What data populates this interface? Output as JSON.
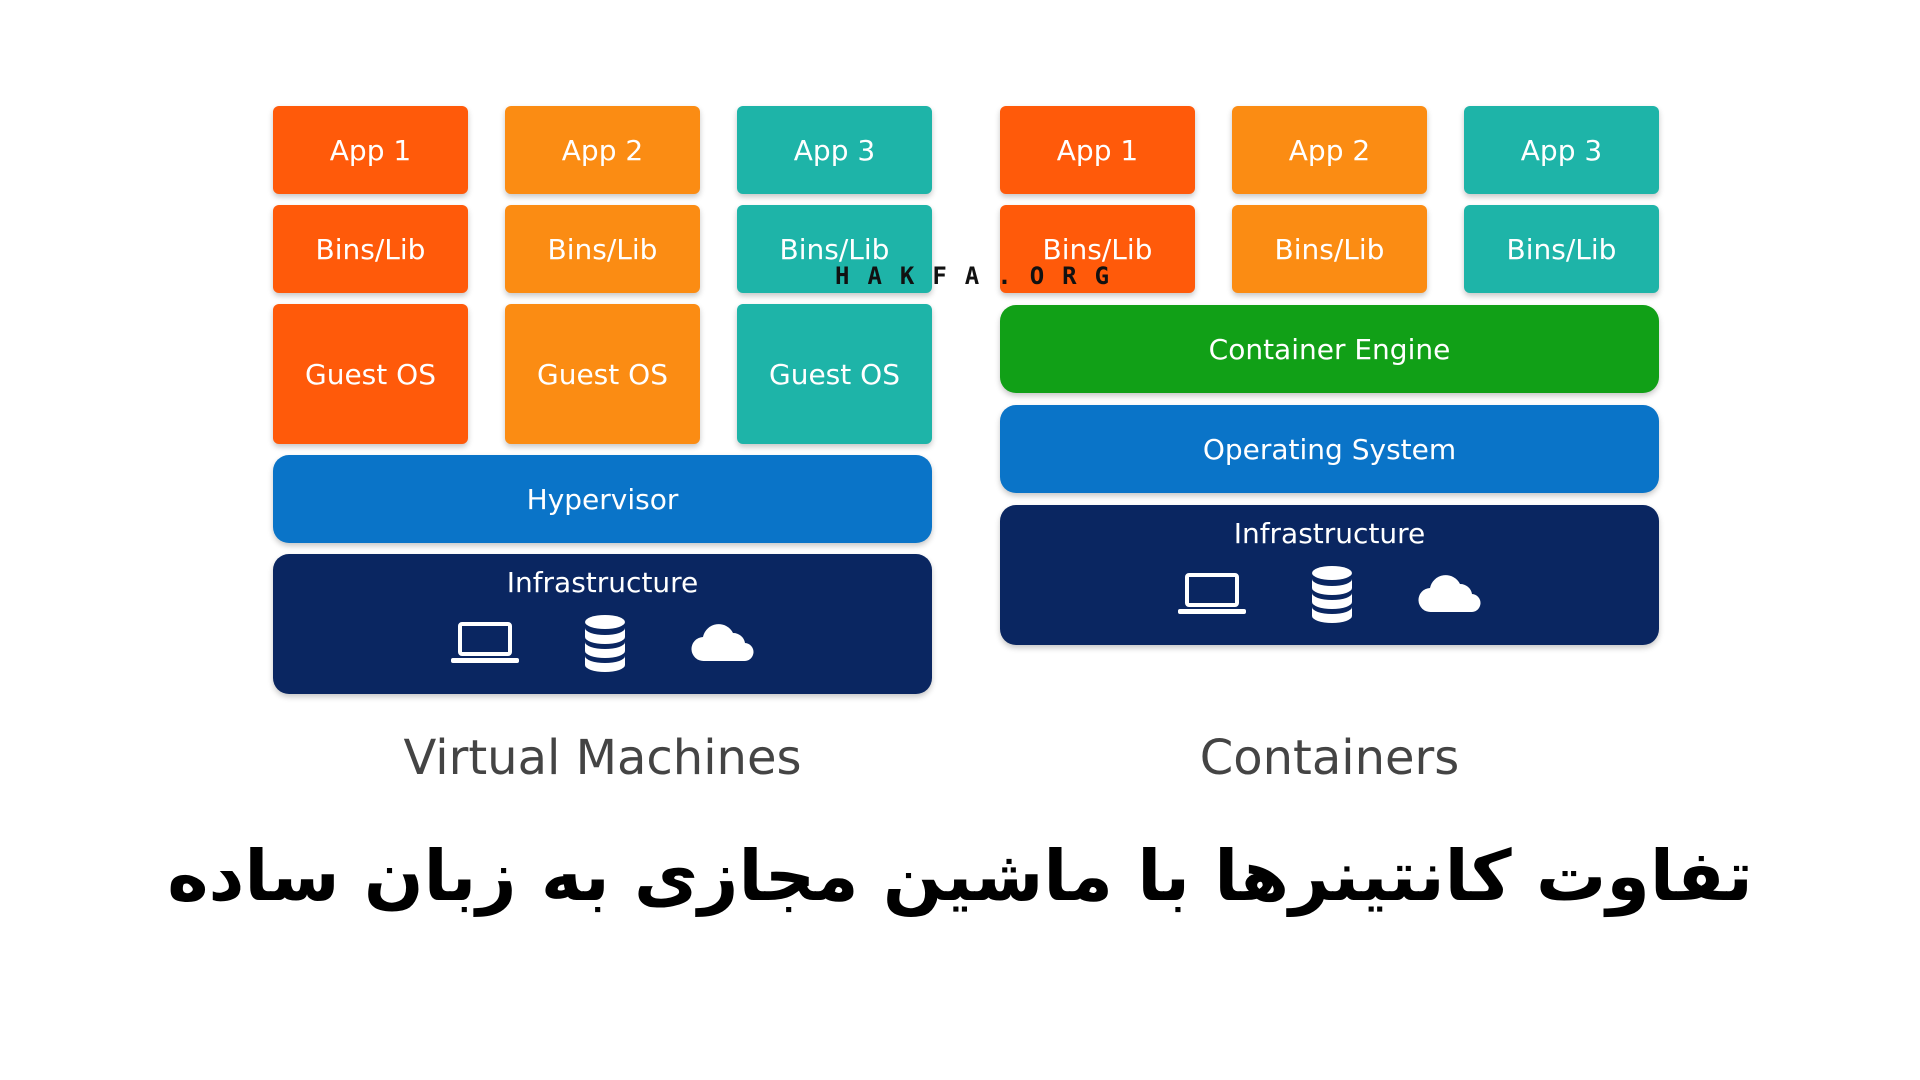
{
  "colors": {
    "orange_red": "#FF5A0A",
    "orange": "#FB8C13",
    "teal": "#1EB4A8",
    "green": "#11A017",
    "blue": "#0A74C8",
    "navy": "#0A2661"
  },
  "vm": {
    "caption": "Virtual Machines",
    "apps": [
      "App 1",
      "App 2",
      "App 3"
    ],
    "bins": [
      "Bins/Lib",
      "Bins/Lib",
      "Bins/Lib"
    ],
    "guest_os": [
      "Guest OS",
      "Guest OS",
      "Guest OS"
    ],
    "hypervisor": "Hypervisor",
    "infrastructure": "Infrastructure"
  },
  "containers": {
    "caption": "Containers",
    "apps": [
      "App 1",
      "App 2",
      "App 3"
    ],
    "bins": [
      "Bins/Lib",
      "Bins/Lib",
      "Bins/Lib"
    ],
    "engine": "Container Engine",
    "os": "Operating System",
    "infrastructure": "Infrastructure"
  },
  "icons": [
    "laptop-icon",
    "database-icon",
    "cloud-icon"
  ],
  "watermark": "HAKFA.ORG",
  "title": "تفاوت کانتینرها با ماشین مجازی به زبان ساده"
}
